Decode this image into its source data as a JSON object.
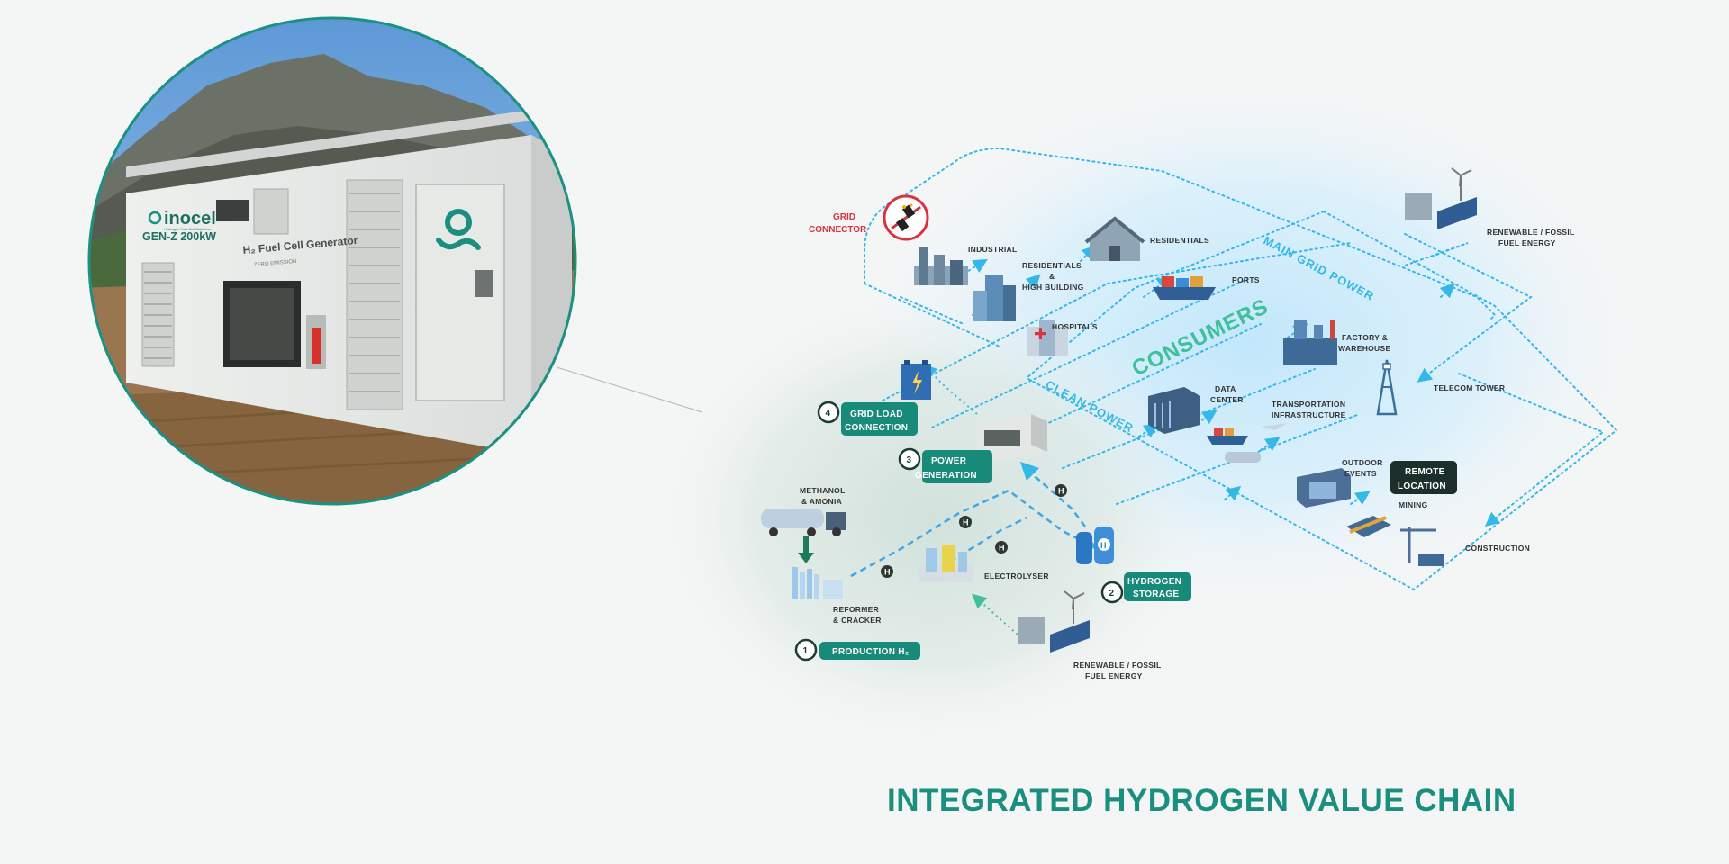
{
  "title": "INTEGRATED HYDROGEN VALUE CHAIN",
  "colors": {
    "accent": "#1a8f80",
    "pill": "#178a7a",
    "flow": "#33b8e8",
    "grid_red": "#d8333f",
    "background": "#f4f5f5"
  },
  "generator": {
    "brand": "inocel",
    "brand_tagline": "Hydrogen Fuel Cell Solutions",
    "model": "GEN-Z 200kW",
    "product": "H₂ Fuel Cell Generator",
    "note": "ZERO EMISSION"
  },
  "stages": {
    "s1": {
      "number": "1",
      "label": "PRODUCTION H₂"
    },
    "s2": {
      "number": "2",
      "line1": "HYDROGEN",
      "line2": "STORAGE"
    },
    "s3": {
      "number": "3",
      "line1": "POWER",
      "line2": "GENERATION"
    },
    "s4": {
      "number": "4",
      "line1": "GRID LOAD",
      "line2": "CONNECTION"
    }
  },
  "labels": {
    "grid_connector_1": "GRID",
    "grid_connector_2": "CONNECTOR",
    "industrial": "INDUSTRIAL",
    "residentials": "RESIDENTIALS",
    "res_high_1": "RESIDENTIALS",
    "res_high_2": "&",
    "res_high_3": "HIGH BUILDING",
    "ports": "PORTS",
    "hospitals": "HOSPITALS",
    "consumers": "CONSUMERS",
    "main_grid_power": "MAIN GRID POWER",
    "clean_power": "CLEAN POWER",
    "renew_top_1": "RENEWABLE  / FOSSIL",
    "renew_top_2": "FUEL  ENERGY",
    "factory_1": "FACTORY &",
    "factory_2": "WAREHOUSE",
    "telecom": "TELECOM TOWER",
    "data_center_1": "DATA",
    "data_center_2": "CENTER",
    "transport_1": "TRANSPORTATION",
    "transport_2": "INFRASTRUCTURE",
    "outdoor_1": "OUTDOOR",
    "outdoor_2": "EVENTS",
    "remote_1": "REMOTE",
    "remote_2": "LOCATION",
    "mining": "MINING",
    "construction": "CONSTRUCTION",
    "methanol_1": "METHANOL",
    "methanol_2": "& AMONIA",
    "reformer_1": "REFORMER",
    "reformer_2": "& CRACKER",
    "electrolyser": "ELECTROLYSER",
    "renew_bottom_1": "RENEWABLE  / FOSSIL",
    "renew_bottom_2": "FUEL  ENERGY",
    "h_marker": "H"
  }
}
